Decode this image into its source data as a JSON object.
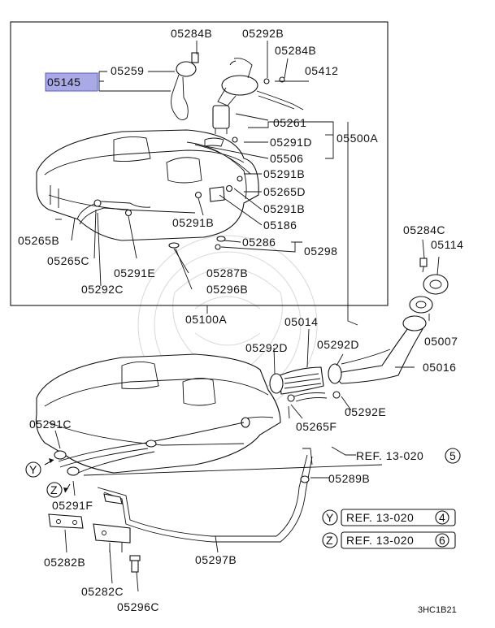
{
  "colors": {
    "highlight": "#a9a9e6",
    "ink": "#111111"
  },
  "labels": {
    "p05284B_top": "05284B",
    "p05292B_top": "05292B",
    "p05284B_mid": "05284B",
    "p05259": "05259",
    "p05412": "05412",
    "p05145": "05145",
    "p05261": "05261",
    "p05291D": "05291D",
    "p05500A": "05500A",
    "p05506": "05506",
    "p05291B_a": "05291B",
    "p05265D": "05265D",
    "p05291B_b": "05291B",
    "p05291B_c": "05291B",
    "p05186": "05186",
    "p05265B": "05265B",
    "p05286": "05286",
    "p05298": "05298",
    "p05265C": "05265C",
    "p05291E": "05291E",
    "p05287B": "05287B",
    "p05292C": "05292C",
    "p05296B": "05296B",
    "p05100A": "05100A",
    "p05284C": "05284C",
    "p05114": "05114",
    "p05014": "05014",
    "p05007": "05007",
    "p05292D_a": "05292D",
    "p05292D_b": "05292D",
    "p05016": "05016",
    "p05291C": "05291C",
    "p05292E": "05292E",
    "p05265F": "05265F",
    "p05289B": "05289B",
    "p05291F": "05291F",
    "p05282B": "05282B",
    "p05297B": "05297B",
    "p05282C": "05282C",
    "p05296C": "05296C"
  },
  "references": {
    "main": {
      "text": "REF. 13-020",
      "num": "5"
    },
    "y": {
      "marker": "Y",
      "text": "REF. 13-020",
      "num": "4"
    },
    "z": {
      "marker": "Z",
      "text": "REF. 13-020",
      "num": "6"
    }
  },
  "markers": {
    "y": "Y",
    "z": "Z"
  },
  "diagram_code": "3HC1B21"
}
